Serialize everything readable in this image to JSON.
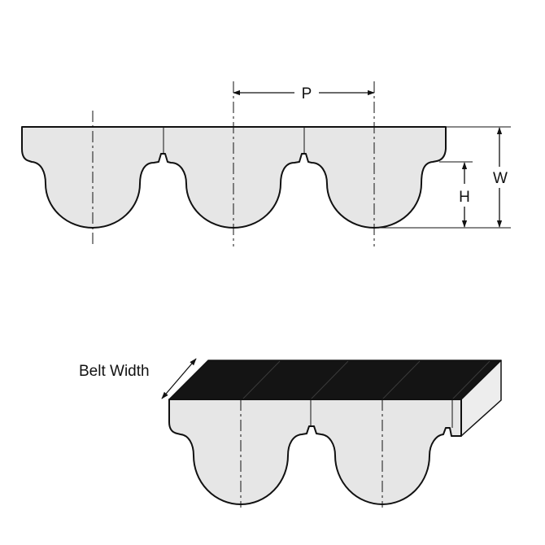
{
  "labels": {
    "pitch": "P",
    "height": "H",
    "width": "W",
    "belt_width": "Belt Width"
  },
  "colors": {
    "outline": "#111111",
    "belt_fill": "#e6e6e6",
    "top_face": "#141414",
    "side_face": "#ededed",
    "background": "#ffffff"
  }
}
